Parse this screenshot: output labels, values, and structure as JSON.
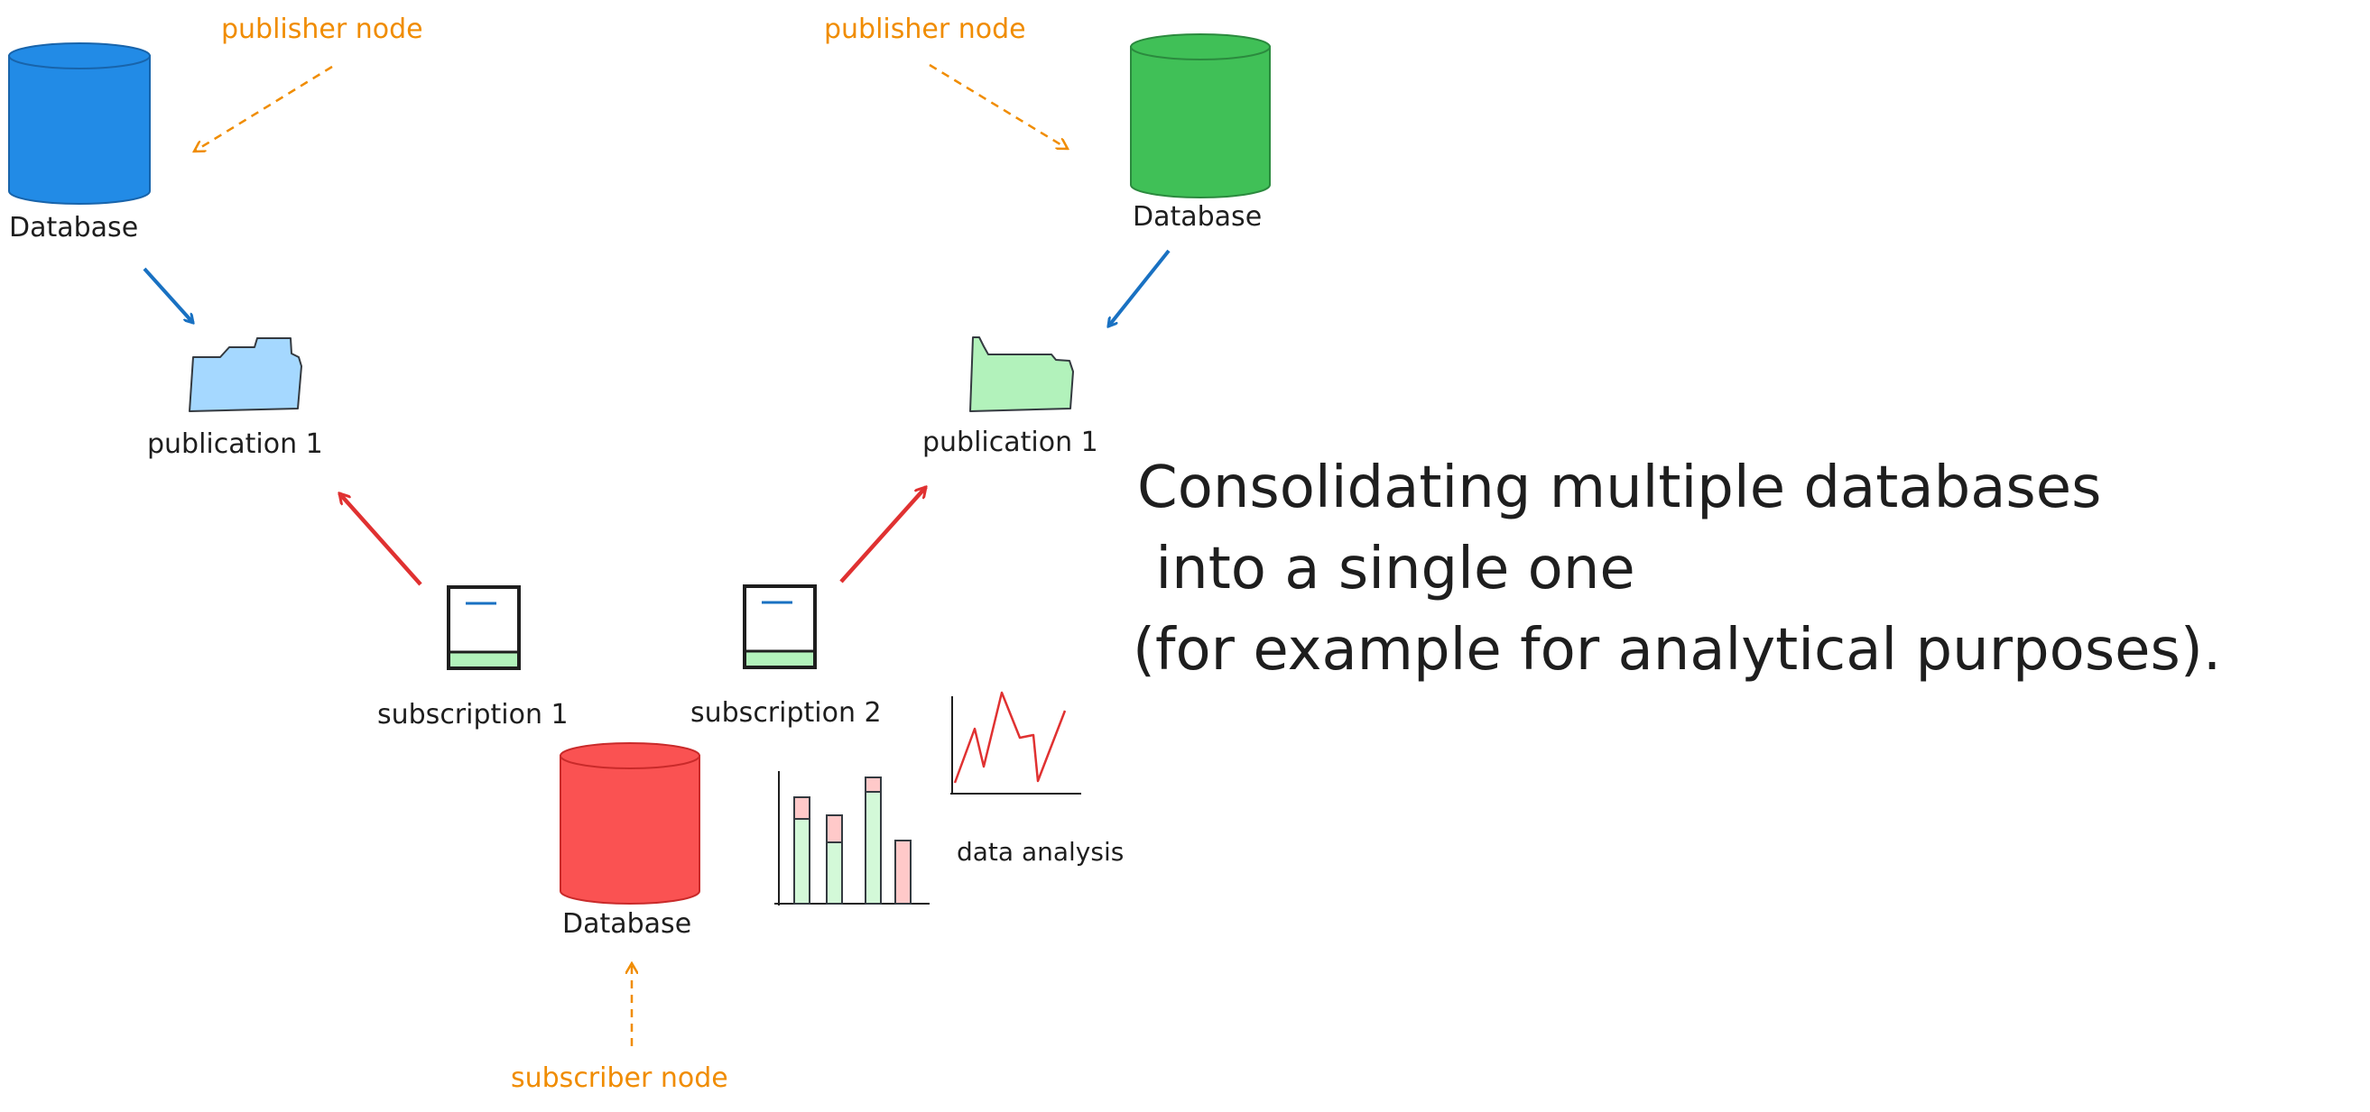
{
  "labels": {
    "publisher_node_left": "publisher node",
    "publisher_node_right": "publisher node",
    "subscriber_node": "subscriber node",
    "database_left": "Database",
    "database_right": "Database",
    "database_bottom": "Database",
    "publication_left": "publication 1",
    "publication_right": "publication 1",
    "subscription_1": "subscription 1",
    "subscription_2": "subscription 2",
    "data_analysis": "data analysis"
  },
  "caption": {
    "line1": "Consolidating multiple databases",
    "line2": " into a single one",
    "line3": "(for example for analytical purposes)."
  },
  "colors": {
    "db_blue": "#228be6",
    "db_green": "#40c057",
    "db_red": "#fa5252",
    "folder_blue": "#a5d8ff",
    "folder_green": "#b2f2bb",
    "arrow_blue": "#1971c2",
    "arrow_red": "#e03131",
    "arrow_orange": "#f08c00",
    "text": "#1e1e1e"
  }
}
